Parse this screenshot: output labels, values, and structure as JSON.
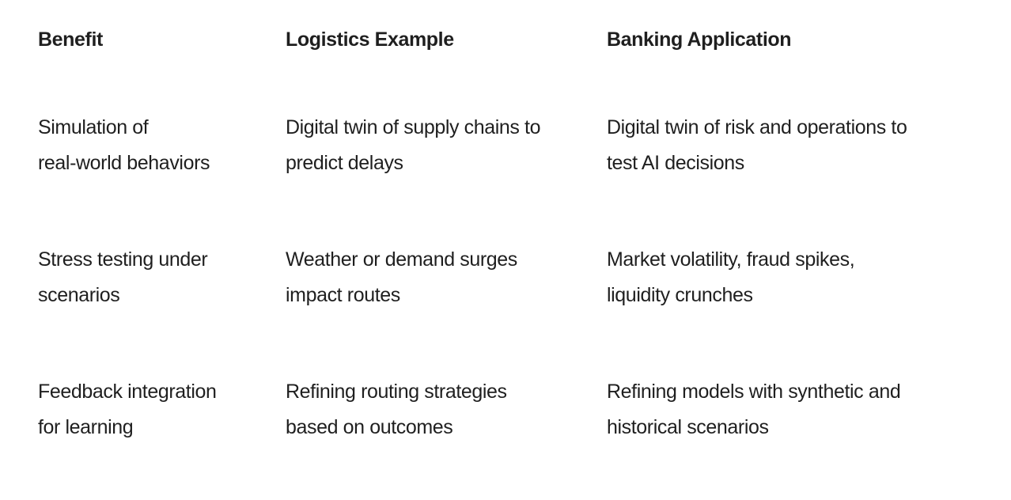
{
  "table": {
    "headers": [
      "Benefit",
      "Logistics Example",
      "Banking Application"
    ],
    "rows": [
      {
        "benefit": "Simulation of real-world behaviors",
        "benefit_lines": [
          "Simulation of",
          "real-world behaviors"
        ],
        "logistics": "Digital twin of supply chains to predict delays",
        "logistics_lines": [
          "Digital twin of supply chains to",
          "predict delays"
        ],
        "banking": "Digital twin of risk and operations to test AI decisions",
        "banking_lines": [
          "Digital twin of risk and operations to",
          "test AI decisions"
        ]
      },
      {
        "benefit": "Stress testing under scenarios",
        "benefit_lines": [
          "Stress testing under",
          "scenarios"
        ],
        "logistics": "Weather or demand surges impact routes",
        "logistics_lines": [
          "Weather or demand surges",
          "impact routes"
        ],
        "banking": "Market volatility, fraud spikes, liquidity crunches",
        "banking_lines": [
          "Market volatility, fraud spikes,",
          "liquidity crunches"
        ]
      },
      {
        "benefit": "Feedback integration for learning",
        "benefit_lines": [
          "Feedback integration",
          "for learning"
        ],
        "logistics": "Refining routing strategies based on outcomes",
        "logistics_lines": [
          "Refining routing strategies",
          "based on outcomes"
        ],
        "banking": "Refining models with synthetic and historical scenarios",
        "banking_lines": [
          "Refining models with synthetic and",
          "historical scenarios"
        ]
      }
    ]
  }
}
